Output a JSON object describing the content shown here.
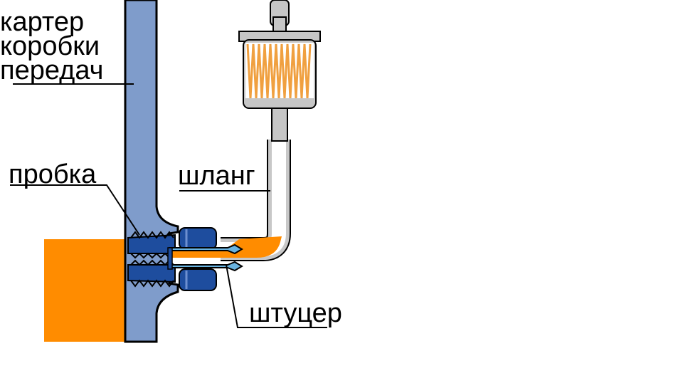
{
  "labels": {
    "crankcase": [
      "картер",
      "коробки",
      "передач"
    ],
    "plug": "пробка",
    "hose": "шланг",
    "fitting": "штуцер"
  },
  "colors": {
    "background": "#ffffff",
    "housing_wall": "#7f9ccb",
    "oil": "#ff8c00",
    "plug_metal": "#1e4d9e",
    "fitting_tube": "#69b3e0",
    "hose": "#c8c8c8",
    "filter_body": "#c6c6c6",
    "filter_element": "#f0a040",
    "outline": "#000000"
  },
  "icons": [
    "fuel-filter-icon",
    "threaded-plug-icon",
    "hose-fitting-icon"
  ]
}
